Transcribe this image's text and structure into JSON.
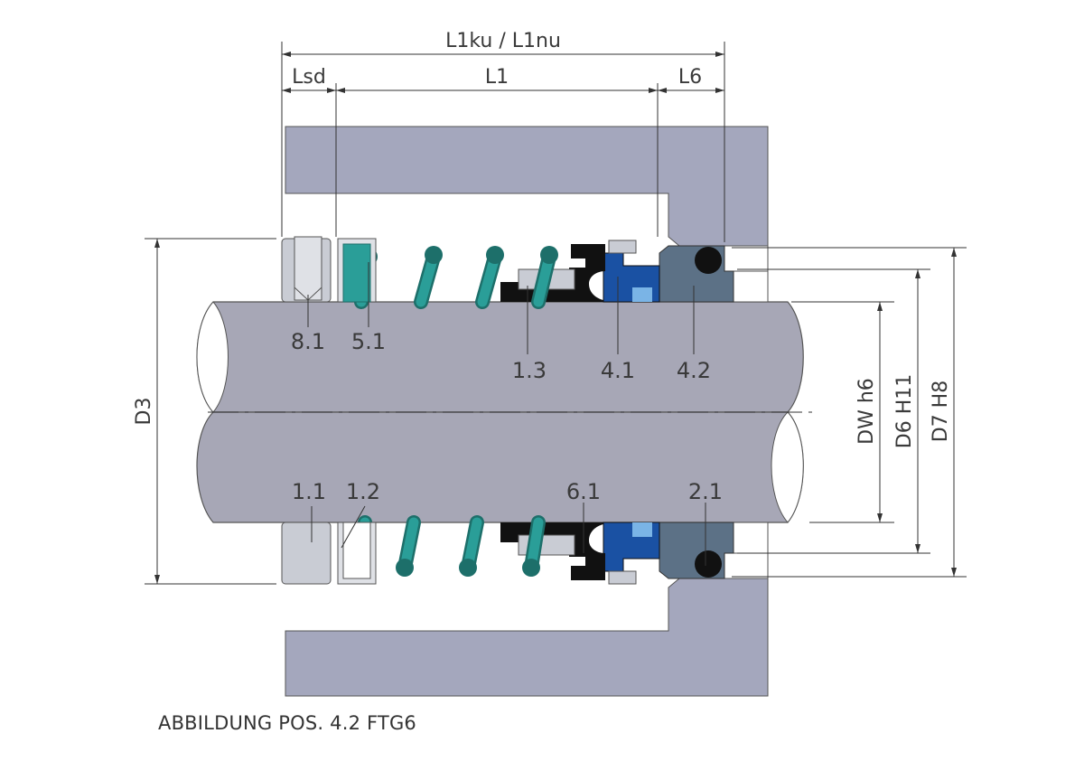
{
  "dimensions": {
    "total_length": "L1ku / L1nu",
    "lsd": "Lsd",
    "l1": "L1",
    "l6": "L6",
    "d3": "D3",
    "dw": "DW h6",
    "d6": "D6 H11",
    "d7": "D7 H8"
  },
  "positions": {
    "p8_1": "8.1",
    "p5_1": "5.1",
    "p1_3": "1.3",
    "p4_1": "4.1",
    "p4_2": "4.2",
    "p1_1": "1.1",
    "p1_2": "1.2",
    "p6_1": "6.1",
    "p2_1": "2.1"
  },
  "caption": "ABBILDUNG POS. 4.2 FTG6",
  "colors": {
    "housing": "#a4a7bd",
    "shaft": "#a7a7b6",
    "spring": "#2a9e98",
    "spring_dark": "#1d6f6a",
    "metal_part": "#c9ccd4",
    "seat": "#5c7186",
    "face_blue": "#1a51a3",
    "face_light": "#7ab4e6",
    "black_part": "#111111"
  }
}
